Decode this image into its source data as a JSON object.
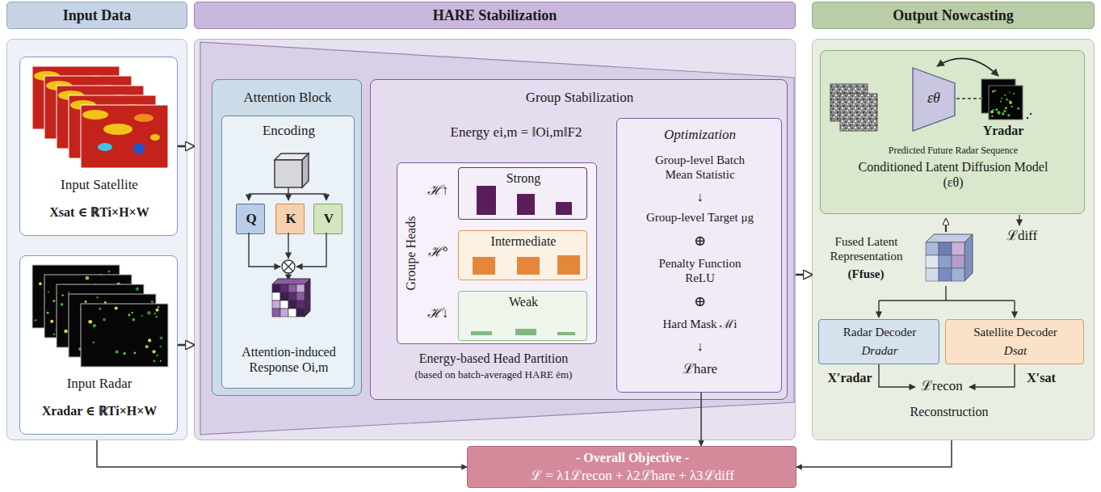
{
  "diagram": {
    "nodes": [
      {
        "text": [
          "Input Data"
        ]
      },
      {
        "text": [
          "Input Satellite",
          "Xsat ∈ ℝTi×H×W"
        ],
        "in": 0
      },
      {
        "text": [
          "Input Radar",
          "Xradar ∈ ℝTi×H×W"
        ],
        "in": 0
      },
      {
        "text": [
          "HARE Stabilization"
        ]
      },
      {
        "text": [
          "Attention Block"
        ],
        "in": 3
      },
      {
        "text": [
          "Encoding",
          "Attention-induced Response Oi,m"
        ],
        "in": 4
      },
      {
        "text": [
          "Q"
        ],
        "in": 5
      },
      {
        "text": [
          "K"
        ],
        "in": 5
      },
      {
        "text": [
          "V"
        ],
        "in": 5
      },
      {
        "text": [
          "Group Stabilization",
          "Energy ei,m = ‖Oi,m‖F2",
          "Energy-based Head Partition",
          "(based on batch-averaged HARE ēm)"
        ],
        "in": 3
      },
      {
        "text": [
          "Groupe Heads"
        ],
        "in": 9
      },
      {
        "text": [
          "Strong"
        ],
        "in": 10
      },
      {
        "text": [
          "Intermediate"
        ],
        "in": 10
      },
      {
        "text": [
          "Weak"
        ],
        "in": 10
      },
      {
        "text": [
          "Optimization",
          "Group-level Batch Mean Statistic",
          "↓",
          "Group-level Target μg",
          "⊕",
          "Penalty Function ReLU",
          "⊕",
          "Hard Mask ℳi",
          "↓",
          "ℒhare"
        ],
        "in": 9
      },
      {
        "text": [
          "Output Nowcasting"
        ]
      },
      {
        "text": [
          "Predicted Future Radar Sequence",
          "Conditioned Latent Diffusion Model (εθ)"
        ],
        "in": 15
      },
      {
        "text": [
          "εθ"
        ],
        "in": 16
      },
      {
        "text": [
          "Radar Decoder",
          "Dradar"
        ],
        "in": 15
      },
      {
        "text": [
          "Satellite Decoder",
          "Dsat"
        ],
        "in": 15
      },
      {
        "text": [
          "- Overall Objective -",
          "ℒ = λ1ℒrecon + λ2ℒhare + λ3ℒdiff"
        ]
      }
    ],
    "edges": [
      {
        "from": 1,
        "to": 3,
        "arrow": "to"
      },
      {
        "from": 2,
        "to": 3,
        "arrow": "to"
      },
      {
        "from": 3,
        "to": 15,
        "arrow": "to"
      },
      {
        "from": 14,
        "to": 20,
        "arrow": "to"
      },
      {
        "from": 0,
        "to": 20,
        "arrow": "to"
      },
      {
        "from": 15,
        "to": 20,
        "arrow": "to"
      }
    ],
    "labels": [
      "ℋ↑",
      "ℋ°",
      "ℋ↓",
      "Yradar",
      "ℒdiff",
      "Fused Latent Representation",
      "(Ffuse)",
      "X′radar",
      "ℒrecon",
      "X′sat",
      "Reconstruction"
    ]
  }
}
